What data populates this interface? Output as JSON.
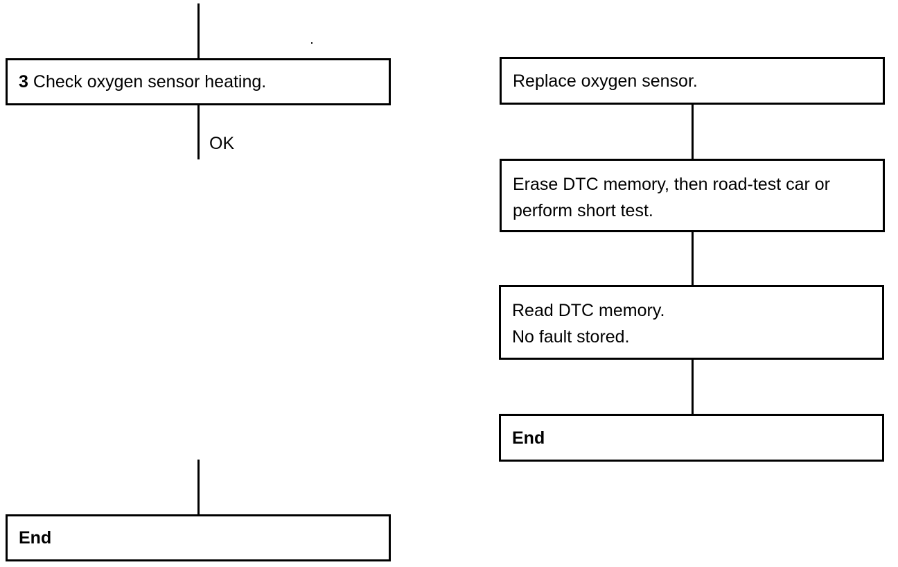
{
  "left_column": {
    "step3": {
      "number": "3",
      "text": "Check oxygen sensor heating."
    },
    "ok_label": "OK",
    "end_label": "End"
  },
  "right_column": {
    "replace": "Replace oxygen sensor.",
    "erase_line1": "Erase DTC memory, then road-test car or",
    "erase_line2": "perform short test.",
    "read_line1": "Read DTC memory.",
    "read_line2": "No fault stored.",
    "end_label": "End"
  }
}
